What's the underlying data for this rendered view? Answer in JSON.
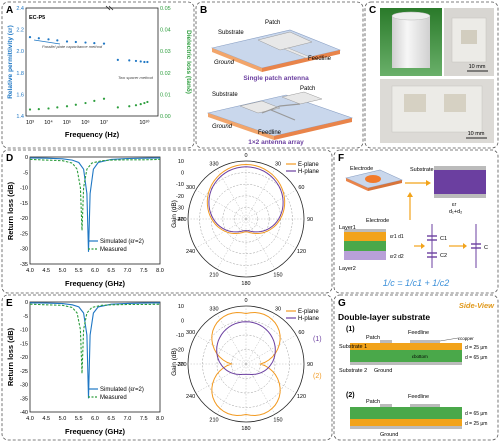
{
  "panels": {
    "A": {
      "letter": "A",
      "chart_data": {
        "type": "scatter",
        "legend_label": "EC-P5",
        "xlabel": "Frequency (Hz)",
        "ylabel_left": "Relative permittivity (εr)",
        "ylabel_right": "Dielectric loss (tanδ)",
        "xscale": "log-with-break",
        "x_ticks": [
          "10³",
          "10⁴",
          "10⁵",
          "10⁶",
          "10⁷",
          "10¹⁰"
        ],
        "y_left_ticks": [
          "1.4",
          "1.6",
          "1.8",
          "2.0",
          "2.2",
          "2.4"
        ],
        "y_right_ticks": [
          "0.00",
          "0.01",
          "0.02",
          "0.03",
          "0.04",
          "0.05"
        ],
        "ylim_left": [
          1.4,
          2.4
        ],
        "ylim_right": [
          0.0,
          0.05
        ],
        "annotations": [
          "Parallel plate capacitance method",
          "Two spacer method"
        ],
        "series": [
          {
            "axis": "left",
            "color": "#1f77c4",
            "x": [
              1000,
              3000,
              10000,
              30000,
              100000,
              300000,
              1000000,
              3000000,
              10000000
            ],
            "y": [
              2.13,
              2.12,
              2.11,
              2.1,
              2.09,
              2.085,
              2.08,
              2.075,
              2.07
            ]
          },
          {
            "axis": "right",
            "color": "#2e9e3e",
            "x": [
              1000,
              3000,
              10000,
              30000,
              100000,
              300000,
              1000000,
              3000000,
              10000000
            ],
            "y": [
              0.003,
              0.0032,
              0.0035,
              0.004,
              0.0045,
              0.0052,
              0.006,
              0.007,
              0.008
            ]
          },
          {
            "axis": "left",
            "color": "#1f77c4",
            "x": [
              2000000000,
              4000000000,
              6000000000,
              8000000000,
              10000000000,
              12000000000
            ],
            "y": [
              1.92,
              1.915,
              1.91,
              1.905,
              1.9,
              1.9
            ]
          },
          {
            "axis": "right",
            "color": "#2e9e3e",
            "x": [
              2000000000,
              4000000000,
              6000000000,
              8000000000,
              10000000000,
              12000000000
            ],
            "y": [
              0.004,
              0.0045,
              0.005,
              0.0055,
              0.006,
              0.0065
            ]
          }
        ]
      }
    },
    "B": {
      "letter": "B",
      "top_labels": {
        "substrate": "Substrate",
        "patch": "Patch",
        "feedline": "Feedline",
        "ground": "Ground"
      },
      "top_caption": "Single patch antenna",
      "bottom_labels": {
        "substrate": "Substrate",
        "patch": "Patch",
        "ground": "Ground",
        "feedline": "Feedline"
      },
      "bottom_caption": "1×2 antenna array"
    },
    "C": {
      "letter": "C",
      "scale1": "10 mm",
      "scale2": "10 mm"
    },
    "D": {
      "letter": "D",
      "return_loss": {
        "chart_data": {
          "type": "line",
          "xlabel": "Frequency (GHz)",
          "ylabel": "Return loss (dB)",
          "xlim": [
            4.0,
            8.0
          ],
          "ylim": [
            -35,
            0
          ],
          "x_ticks": [
            "4.0",
            "4.5",
            "5.0",
            "5.5",
            "6.0",
            "6.5",
            "7.0",
            "7.5",
            "8.0"
          ],
          "y_ticks": [
            "0",
            "-5",
            "-10",
            "-15",
            "-20",
            "-25",
            "-30",
            "-35"
          ],
          "series": [
            {
              "name": "Simulated (εr=2)",
              "color": "#1f77c4",
              "style": "solid",
              "x": [
                4.0,
                4.5,
                5.0,
                5.3,
                5.5,
                5.65,
                5.75,
                5.8,
                5.85,
                5.95,
                6.1,
                6.5,
                7.0,
                7.5,
                8.0
              ],
              "y": [
                -0.3,
                -0.4,
                -0.6,
                -1.0,
                -1.8,
                -4,
                -12,
                -31,
                -12,
                -4,
                -1.8,
                -0.8,
                -0.5,
                -0.4,
                -0.3
              ]
            },
            {
              "name": "Measured",
              "color": "#2e9e3e",
              "style": "dashed",
              "x": [
                4.0,
                4.5,
                5.0,
                5.3,
                5.45,
                5.55,
                5.6,
                5.65,
                5.75,
                5.9,
                6.2,
                6.5,
                7.0,
                7.5,
                8.0
              ],
              "y": [
                -0.8,
                -1.0,
                -1.2,
                -2,
                -4,
                -10,
                -24,
                -10,
                -4,
                -2,
                -1.2,
                -1.0,
                -0.9,
                -0.9,
                -0.8
              ]
            }
          ]
        }
      },
      "polar": {
        "chart_data": {
          "type": "polar",
          "ylabel": "Gain (dB)",
          "r_ticks": [
            "10",
            "0",
            "-10",
            "-20",
            "-30",
            "-40"
          ],
          "rlim": [
            -40,
            10
          ],
          "angle_ticks": [
            "0",
            "30",
            "60",
            "90",
            "120",
            "150",
            "180",
            "210",
            "240",
            "270",
            "300",
            "330"
          ],
          "series": [
            {
              "name": "E-plane",
              "color": "#f29a21"
            },
            {
              "name": "H-plane",
              "color": "#6b3fa0"
            }
          ]
        }
      }
    },
    "E": {
      "letter": "E",
      "return_loss": {
        "chart_data": {
          "type": "line",
          "xlabel": "Frequency (GHz)",
          "ylabel": "Return loss (dB)",
          "xlim": [
            4.0,
            8.0
          ],
          "ylim": [
            -40,
            0
          ],
          "x_ticks": [
            "4.0",
            "4.5",
            "5.0",
            "5.5",
            "6.0",
            "6.5",
            "7.0",
            "7.5",
            "8.0"
          ],
          "y_ticks": [
            "0",
            "-5",
            "-10",
            "-15",
            "-20",
            "-25",
            "-30",
            "-35",
            "-40"
          ],
          "series": [
            {
              "name": "Simulated (εr=2)",
              "color": "#1f77c4",
              "style": "solid",
              "x": [
                4.0,
                4.5,
                5.0,
                5.3,
                5.5,
                5.65,
                5.75,
                5.8,
                5.85,
                5.95,
                6.1,
                6.5,
                7.0,
                7.5,
                8.0
              ],
              "y": [
                -0.3,
                -0.4,
                -0.6,
                -1.0,
                -1.8,
                -4,
                -12,
                -35,
                -12,
                -4,
                -1.8,
                -0.8,
                -0.5,
                -0.4,
                -0.3
              ]
            },
            {
              "name": "Measured",
              "color": "#2e9e3e",
              "style": "dashed",
              "x": [
                4.0,
                4.5,
                5.0,
                5.3,
                5.45,
                5.55,
                5.6,
                5.65,
                5.75,
                5.9,
                6.2,
                6.5,
                7.0,
                7.5,
                8.0
              ],
              "y": [
                -0.8,
                -1.0,
                -1.2,
                -2,
                -4,
                -10,
                -26,
                -10,
                -4,
                -2,
                -1.2,
                -1.0,
                -0.9,
                -0.9,
                -0.8
              ]
            }
          ]
        }
      },
      "polar": {
        "chart_data": {
          "type": "polar",
          "ylabel": "Gain (dB)",
          "r_ticks": [
            "10",
            "0",
            "-10",
            "-20",
            "-30"
          ],
          "rlim": [
            -30,
            10
          ],
          "angle_ticks": [
            "0",
            "30",
            "60",
            "90",
            "120",
            "150",
            "180",
            "210",
            "240",
            "270",
            "300",
            "330"
          ],
          "markers": [
            "(1)",
            "(2)"
          ],
          "series": [
            {
              "name": "E-plane",
              "color": "#f29a21"
            },
            {
              "name": "H-plane",
              "color": "#6b3fa0"
            }
          ]
        }
      }
    },
    "F": {
      "letter": "F",
      "electrode": "Electrode",
      "substrate": "Substrate",
      "eps": "εr",
      "d": "d₁+d₂",
      "layer1": "Layer1",
      "layer2": "Layer2",
      "electrode2": "Electrode",
      "eps1": "εr1 d1",
      "eps2": "εr2 d2",
      "c1": "C1",
      "c2": "C2",
      "c": "C",
      "formula": "1/c = 1/c1 + 1/c2"
    },
    "G": {
      "letter": "G",
      "side_view": "Side-View",
      "title": "Double-layer substrate",
      "s1_marker": "(1)",
      "s1_patch": "Patch",
      "s1_feedline": "Feedline",
      "s1_copper": "εcopper",
      "s1_sub1": "Substrate 1",
      "s1_bottom": "εbottom",
      "s1_sub2": "Substrate 2",
      "s1_ground": "Ground",
      "s1_d1": "d = 25 μm",
      "s1_d2": "d = 65 μm",
      "s2_marker": "(2)",
      "s2_patch": "Patch",
      "s2_feedline": "Feedline",
      "s2_ground": "Ground",
      "s2_d1": "d = 65 μm",
      "s2_d2": "d = 25 μm"
    }
  }
}
